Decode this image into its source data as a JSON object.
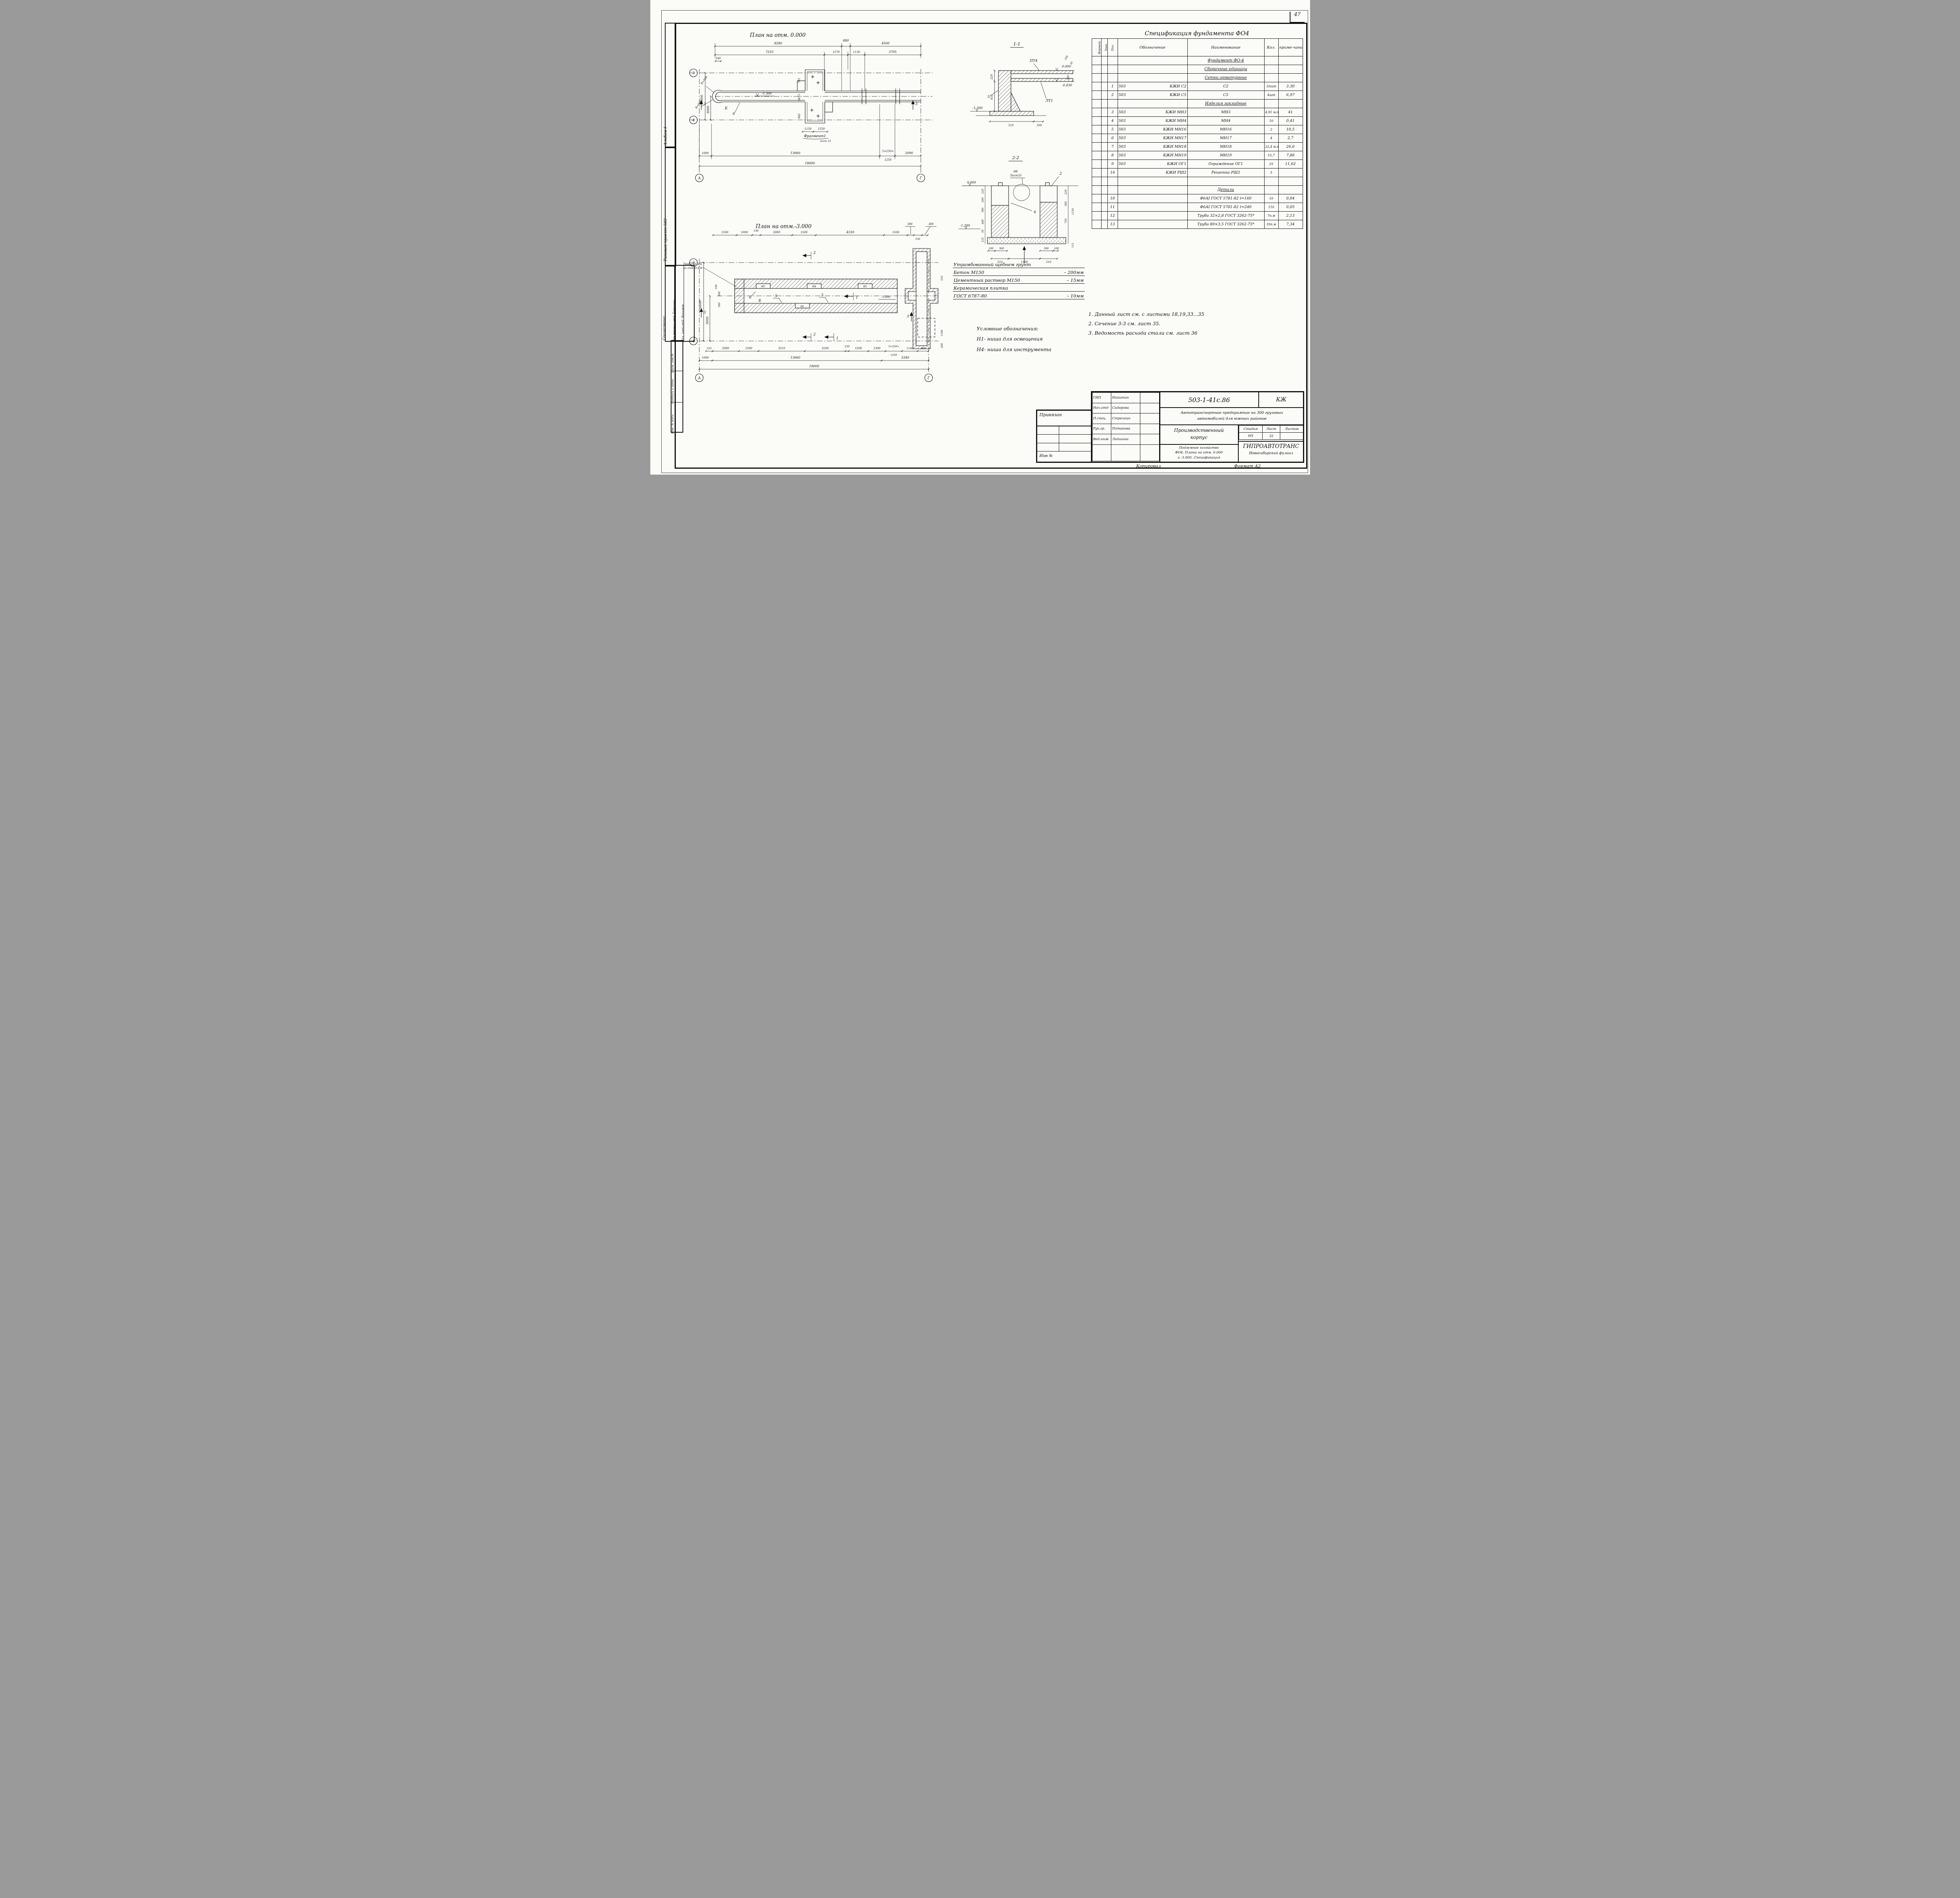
{
  "page": {
    "number": "47",
    "kopiroval": "Копировал",
    "format": "Формат А2"
  },
  "margin": {
    "album": "Альбом I",
    "project": "Типовой проект 503",
    "agreed": "Согласовано:",
    "agreed_rows": [
      {
        "role": "Нач.технол.отд.",
        "name": "Борщина"
      },
      {
        "role": "Нач. элек.отд.",
        "name": "Вохимов"
      }
    ],
    "stamp": [
      "Взам. инв.№",
      "Подпись и дата",
      "Инв. № подл."
    ]
  },
  "spec": {
    "title": "Спецификация фундамента ФО4",
    "headers": {
      "format": "Формат",
      "zone": "Зона",
      "pos": "Поз.",
      "oboz": "Обозначение",
      "naim": "Наименование",
      "kol": "Кол.",
      "prim": "приме-чание"
    },
    "rows": [
      {
        "heading": true,
        "naim": "Фундамент ФО-4"
      },
      {
        "heading": true,
        "naim": "Сборочные единицы"
      },
      {
        "heading": true,
        "naim": "Сетки арматурные"
      },
      {
        "pos": "1",
        "oboz_l": "503",
        "oboz_r": "КЖИ С2",
        "naim": "С2",
        "kol": "10шт",
        "prim": "3.30"
      },
      {
        "pos": "2",
        "oboz_l": "503",
        "oboz_r": "КЖИ С5",
        "naim": "С5",
        "kol": "4шт",
        "prim": "6,97"
      },
      {
        "heading": true,
        "naim": "Изделия закладные"
      },
      {
        "pos": "3",
        "oboz_l": "503",
        "oboz_r": "КЖИ МН3",
        "naim": "МН3",
        "kol": "4,91 м.п",
        "prim": "41"
      },
      {
        "pos": "4",
        "oboz_l": "503",
        "oboz_r": "КЖИ МН4",
        "naim": "МН4",
        "kol": "10",
        "prim": "0,41"
      },
      {
        "pos": "5",
        "oboz_l": "503",
        "oboz_r": "КЖИ МН16",
        "naim": "МН16",
        "kol": "2",
        "prim": "10,5"
      },
      {
        "pos": "6",
        "oboz_l": "503",
        "oboz_r": "КЖИ МН17",
        "naim": "МН17",
        "kol": "4",
        "prim": "2,7"
      },
      {
        "pos": "7",
        "oboz_l": "503",
        "oboz_r": "КЖИ МН18",
        "naim": "МН18",
        "kol": "22,4 м.п",
        "prim": "26,6"
      },
      {
        "pos": "8",
        "oboz_l": "503",
        "oboz_r": "КЖИ МН19",
        "naim": "МН19",
        "kol": "15,7",
        "prim": "7,86"
      },
      {
        "pos": "9",
        "oboz_l": "503",
        "oboz_r": "КЖИ ОГ1",
        "naim": "Ограждение ОГ1",
        "kol": "25",
        "prim": "11,62"
      },
      {
        "pos": "14",
        "oboz_l": "",
        "oboz_r": "КЖИ РШ2",
        "naim": "Решетка РШ2",
        "kol": "5",
        "prim": ""
      },
      {
        "heading": true,
        "naim": ""
      },
      {
        "heading": true,
        "naim": "Детали"
      },
      {
        "pos": "10",
        "oboz_l": "",
        "oboz_r": "",
        "naim": "Ф6АI ГОСТ 5781-82  ℓ=160",
        "kol": "10",
        "prim": "0,04"
      },
      {
        "pos": "11",
        "oboz_l": "",
        "oboz_r": "",
        "naim": "Ф6АI ГОСТ 5781-82  ℓ=240",
        "kol": "110",
        "prim": "0,05"
      },
      {
        "pos": "12",
        "oboz_l": "",
        "oboz_r": "",
        "naim": "Труба 32×2,8 ГОСТ 3262-75*",
        "kol": "7п.м",
        "prim": "2,13"
      },
      {
        "pos": "13",
        "oboz_l": "",
        "oboz_r": "",
        "naim": "Труба 80×3,5 ГОСТ 3262-75*",
        "kol": "35п.м",
        "prim": "7,34"
      }
    ]
  },
  "plan0": {
    "title": "План на отм. 0.000",
    "d1": [
      "8280",
      "880",
      "4500"
    ],
    "d2": [
      "7255",
      "1570",
      "1130",
      "3705"
    ],
    "v": [
      "6000",
      "3000"
    ],
    "d240": "240",
    "r1": "R=560",
    "r2": "R=600",
    "lvl": "-1.300",
    "l6": "6",
    "lb": "Б",
    "frag": "Фрагмент1",
    "frag_s": "лист 33",
    "fd": [
      "1150",
      "1550"
    ],
    "side": [
      "793",
      "3415",
      "842"
    ],
    "b1": [
      "1000",
      "13660",
      "5×250=",
      "1250",
      "2090"
    ],
    "total": "18000",
    "sec": "3",
    "ax": {
      "a3": "3",
      "a4": "4",
      "aa": "А",
      "ag": "Г"
    }
  },
  "plan3": {
    "title": "План на отм.-3.000",
    "top": [
      "1500",
      "1000",
      "530",
      "2000",
      "1500",
      "4330",
      "1500",
      "390",
      "530",
      "380"
    ],
    "v": [
      "6000",
      "3000"
    ],
    "small": [
      "100",
      "300",
      "300"
    ],
    "pipe1": "Труба по оси",
    "pipe2": "на отм.-0.450",
    "n1": "Н1",
    "n4": "Н4",
    "lb": "Б",
    "l5": "5",
    "l6": "6",
    "s1": "1",
    "s2": "2",
    "s3": "3",
    "lvl": "-3.000",
    "b1": [
      "510",
      "2000",
      "1500",
      "3510",
      "3100",
      "250",
      "1500",
      "1300",
      "5×250=",
      "1250",
      "1190",
      "800"
    ],
    "b2": [
      "1000",
      "13660",
      "3340"
    ],
    "total": "18000",
    "right": [
      "510",
      "1100",
      "200"
    ],
    "ax": {
      "a3": "3",
      "a4": "4",
      "aa": "А",
      "ag": "Г"
    }
  },
  "sec11": {
    "title": "1-1",
    "pt4": "ПТ4",
    "lt1": "ЛТ1",
    "l5": "5",
    "e0": "0.000",
    "e043": "-0.430",
    "e13": "-1.300",
    "d220": "220",
    "d432": "432",
    "d100": "100",
    "d30": "30",
    "d300": "300",
    "d510": "510",
    "d100b": "100"
  },
  "sec22": {
    "title": "2-2",
    "det": "66",
    "det_s": "Лист33",
    "l2": "2",
    "l4": "4",
    "e0": "0.000",
    "e13": "-1.300",
    "left": [
      "220",
      "260",
      "380",
      "440",
      "50",
      "125"
    ],
    "right": [
      "220",
      "380",
      "750",
      "1130",
      "115"
    ],
    "bot1": [
      "100",
      "360",
      "390",
      "100"
    ],
    "bot2": [
      "510",
      "1100",
      "510"
    ]
  },
  "layers": {
    "items": [
      {
        "n": "Утрамбованный щебнем грунт",
        "v": ""
      },
      {
        "n": "Бетон М150",
        "v": "– 200мм"
      },
      {
        "n": "Цементный раствор М150",
        "v": "– 15мм"
      },
      {
        "n": "Керамическая плитка",
        "v": ""
      },
      {
        "n": "ГОСТ 6787-80",
        "v": "– 10мм"
      }
    ]
  },
  "legend": {
    "title": "Условные обозначения:",
    "items": [
      "Н1-  ниша для освещения",
      "Н4-  ниша для инструмента"
    ]
  },
  "notes": [
    "1. Данный лист см. с листами 18,19,33...35",
    "2. Сечение 3-3 см.  лист 35.",
    "3. Ведомость расхода стали см. лист 36"
  ],
  "tb": {
    "doc": "503-1-41с.86",
    "mark": "КЖ",
    "object1": "Автотранспортное предприятие на 300 грузовых",
    "object2": "автомобилей для южных районов",
    "building1": "Производственный",
    "building2": "корпус",
    "subject1": "Подземное хозяйство",
    "subject2": "ФО4. Планы на отм. 0.000",
    "subject3": "и -3.000. Спецификация",
    "org": "ГИПРОАВТОТРАНС",
    "branch": "Новосибирский филиал",
    "stage_l": "Стадия",
    "sheet_l": "Лист",
    "sheets_l": "Листов",
    "stage": "РП",
    "sheet": "32",
    "sheets": "",
    "signers": [
      {
        "role": "ГИП",
        "name": "Никитин"
      },
      {
        "role": "Нач.отд",
        "name": "Сидорова"
      },
      {
        "role": "П.спец.",
        "name": "Стрехнин"
      },
      {
        "role": "Рук.гр.",
        "name": "Потапова"
      },
      {
        "role": "Вед.инж",
        "name": "Лапшина"
      }
    ],
    "privyazan": "Привязан",
    "inv": "Инв №"
  }
}
